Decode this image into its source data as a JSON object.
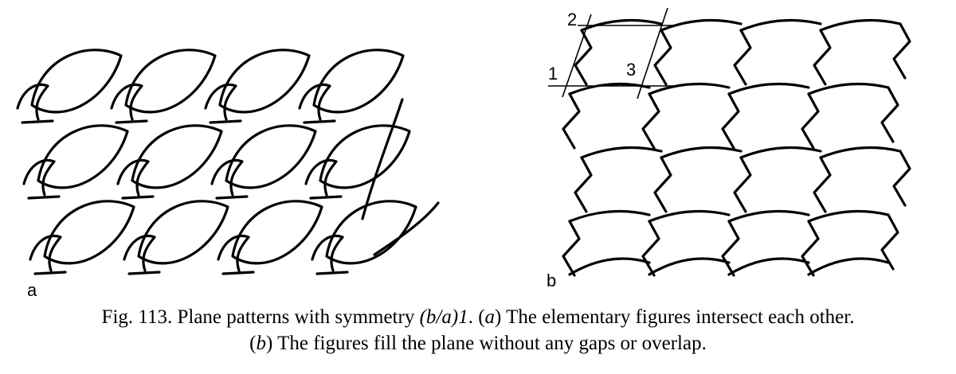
{
  "figure": {
    "panel_a_label": "a",
    "panel_b_label": "b",
    "points": [
      "1",
      "2",
      "3"
    ]
  },
  "caption": {
    "line1_prefix": "Fig. 113. Plane patterns with symmetry ",
    "line1_sym": "(b/a)1",
    "line1_mid": ". (",
    "line1_a": "a",
    "line1_rest": ") The elementary figures intersect each other.",
    "line2_open": "(",
    "line2_b": "b",
    "line2_rest": ") The figures fill the plane without any gaps or overlap."
  }
}
